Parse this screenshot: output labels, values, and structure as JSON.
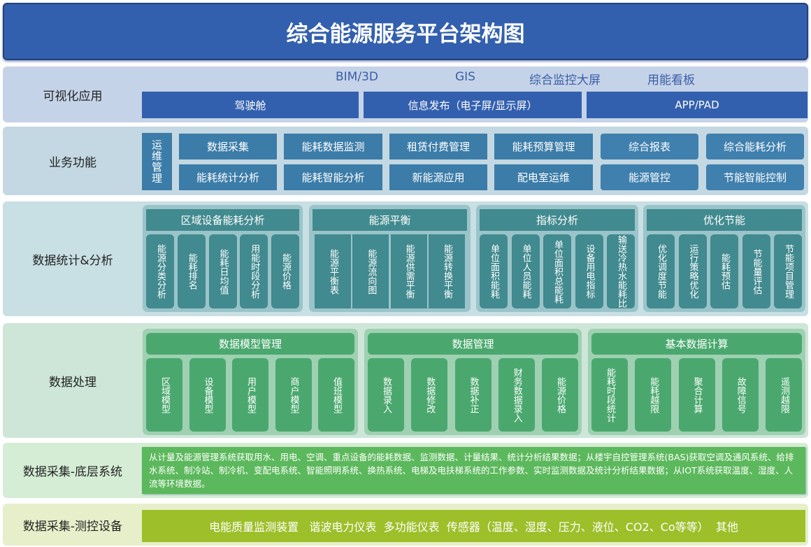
{
  "title": "综合能源服务平台架构图",
  "visual": {
    "label": "可视化应用",
    "links": [
      "BIM/3D",
      "GIS",
      "综合监控大屏",
      "用能看板"
    ],
    "buttons": [
      "驾驶舱",
      "信息发布（电子屏/显示屏）",
      "APP/PAD"
    ]
  },
  "business": {
    "label": "业务功能",
    "ops": "运维管理",
    "items": [
      "数据采集",
      "能耗数据监测",
      "租赁付费管理",
      "能耗预算管理",
      "综合报表",
      "综合能耗分析",
      "能耗统计分析",
      "能耗智能分析",
      "新能源应用",
      "配电室运维",
      "能源管控",
      "节能智能控制"
    ]
  },
  "stats": {
    "label": "数据统计&分析",
    "groups": [
      {
        "title": "区域设备能耗分析",
        "items": [
          "能源分类分析",
          "能耗排名",
          "能耗日均值",
          "用能时段分析",
          "能源价格"
        ]
      },
      {
        "title": "能源平衡",
        "items": [
          "能源平衡表",
          "能源流向图",
          "能源供需平衡",
          "能源转换平衡"
        ]
      },
      {
        "title": "指标分析",
        "items": [
          "单位面积能耗",
          "单位人员能耗",
          "单位面积总能耗",
          "设备用电指标",
          "输送冷热水能耗比"
        ]
      },
      {
        "title": "优化节能",
        "items": [
          "优化调度节能",
          "运行策略优化",
          "能耗预估",
          "节能量评估",
          "节能项目管理"
        ]
      }
    ]
  },
  "processing": {
    "label": "数据处理",
    "groups": [
      {
        "title": "数据模型管理",
        "items": [
          "区域模型",
          "设备模型",
          "用户模型",
          "商户模型",
          "值班模型"
        ]
      },
      {
        "title": "数据管理",
        "items": [
          "数据录入",
          "数据修改",
          "数据补正",
          "财务数据录入",
          "能源价格"
        ]
      },
      {
        "title": "基本数据计算",
        "items": [
          "能耗时段统计",
          "能耗越限",
          "聚合计算",
          "故障信号",
          "遥测越限"
        ]
      }
    ]
  },
  "collect_base": {
    "label": "数据采集-底层系统",
    "text": "从计量及能源管理系统获取用水、用电、空调、重点设备的能耗数据、监测数据、计量结果、统计分析结果数据；从楼宇自控管理系统(BAS)获取空调及通风系统、给排水系统、制冷站、制冷机、变配电系统、智能照明系统、换热系统、电梯及电扶梯系统的工作参数、实时监测数据及统计分析结果数据；从IOT系统获取温度、湿度、人流等环境数据。"
  },
  "collect_device": {
    "label": "数据采集-测控设备",
    "text": "电能质量监测装置   谐波电力仪表  多功能仪表  传感器（温度、湿度、压力、液位、CO2、Co等等）  其他"
  },
  "colors": {
    "title": "#3360ae",
    "stats_head": "#418a8f",
    "proc_head": "#4aa86e",
    "base": "#5cb85c",
    "device": "#9dbf2a"
  }
}
